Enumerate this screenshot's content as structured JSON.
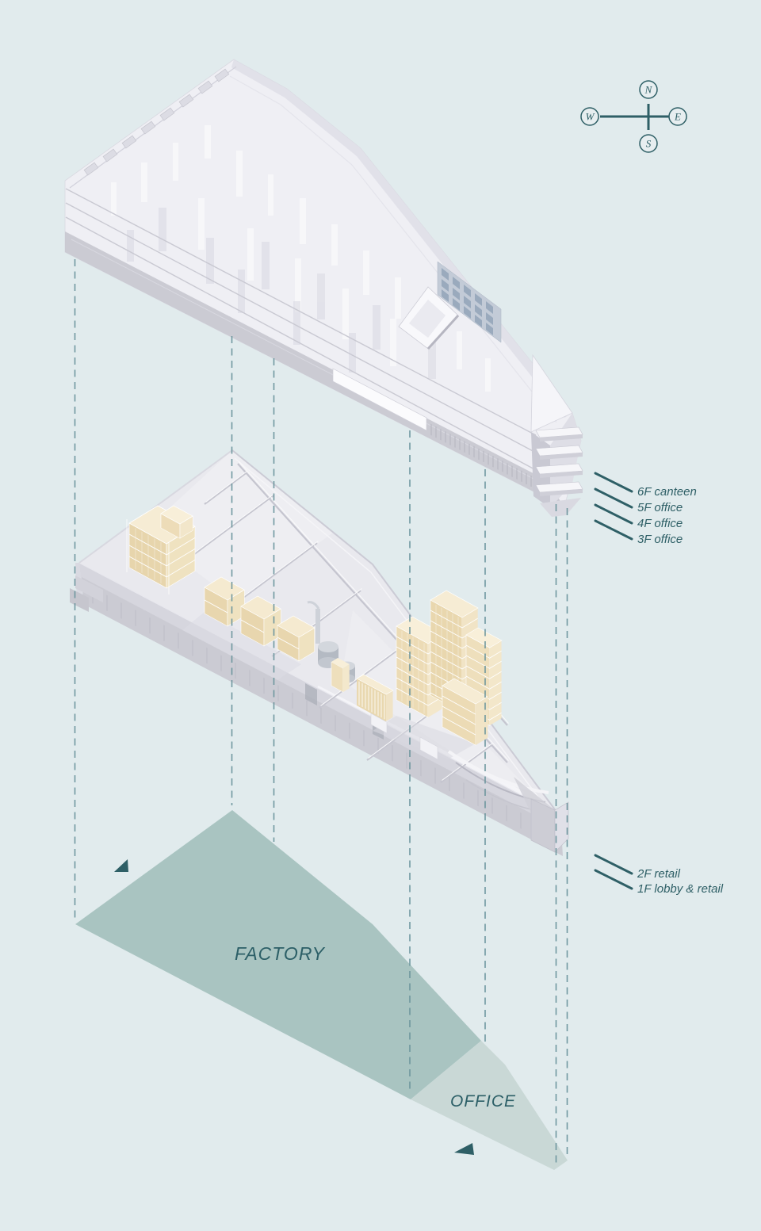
{
  "diagram": {
    "kind": "exploded-axonometric-architecture-diagram",
    "palette": {
      "background": "#e1ebed",
      "accent_teal": "#2e5f66",
      "dash_teal": "#6a949c",
      "factory_fill": "#a9c4c1",
      "office_fill": "#c9d8d6",
      "mass_fill": "#efeff4",
      "model_cream": "#ecdbb5"
    }
  },
  "compass": {
    "north": "N",
    "east": "E",
    "south": "S",
    "west": "W"
  },
  "labels": {
    "floors_upper": [
      "6F canteen",
      "5F office",
      "4F office",
      "3F office"
    ],
    "floors_lower": [
      "2F retail",
      "1F lobby & retail"
    ]
  },
  "zones": {
    "factory": "FACTORY",
    "office": "OFFICE"
  }
}
